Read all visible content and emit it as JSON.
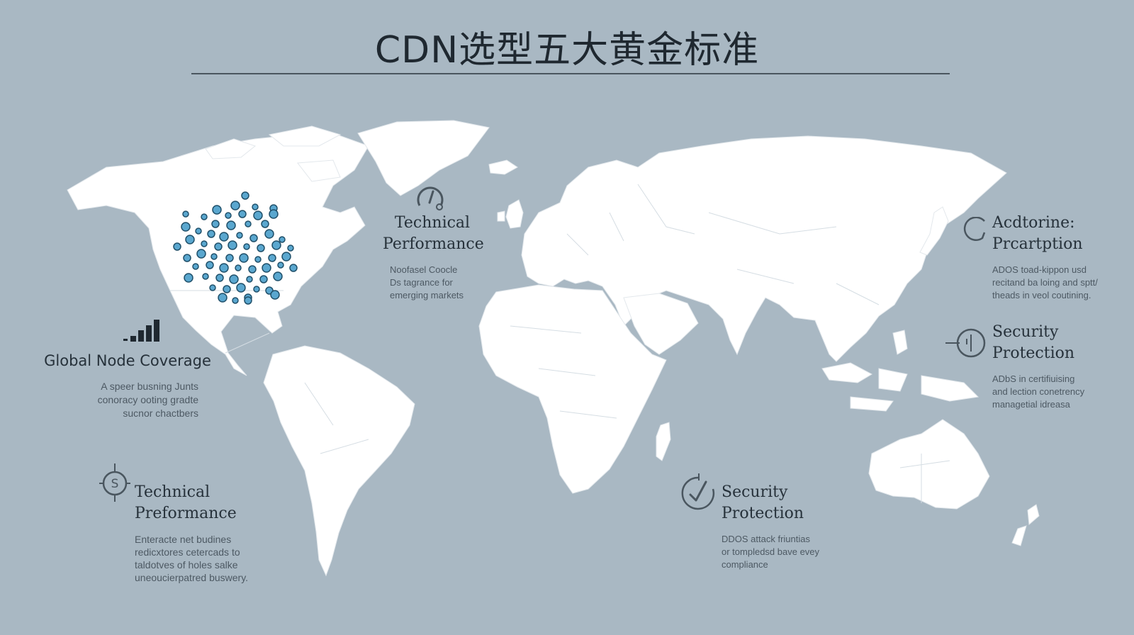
{
  "title": "CDN选型五大黄金标准",
  "colors": {
    "ocean": "#a9b8c3",
    "land": "#ffffff",
    "node": "#5aa7cf",
    "text": "#26313a"
  },
  "criteria": [
    {
      "heading": "Global Node Coverage",
      "desc": "A speer busning Junts\nconoracy ooting gradte\nsucnor chactbers",
      "icon": "bar-chart-icon"
    },
    {
      "heading": "Technical\nPerformance",
      "desc": "Noofasel Coocle\nDs tagrance for\nemerging markets",
      "icon": "speedometer-icon"
    },
    {
      "heading": "Acdtorine:\nPrcartption",
      "desc": "ADOS toad-kippon usd\nrecitand ba loing and sptt/\ntheads in veol coutining.",
      "icon": "shield-icon"
    },
    {
      "heading": "Security\nProtection",
      "desc": "ADbS in certifiuising\nand lection conetrency\nmanagetial idreasa",
      "icon": "crosshair-icon"
    },
    {
      "heading": "Technical\nPreformance",
      "desc": "Enteracte net budines\nredicxtores cetercads to\ntaldotves of holes salke\nuneoucierpatred buswery.",
      "icon": "dollar-target-icon"
    },
    {
      "heading": "Security\nProtection",
      "desc": "DDOS attack friuntias\nor tompledsd bave evey\ncompliance",
      "icon": "check-circle-icon"
    }
  ]
}
